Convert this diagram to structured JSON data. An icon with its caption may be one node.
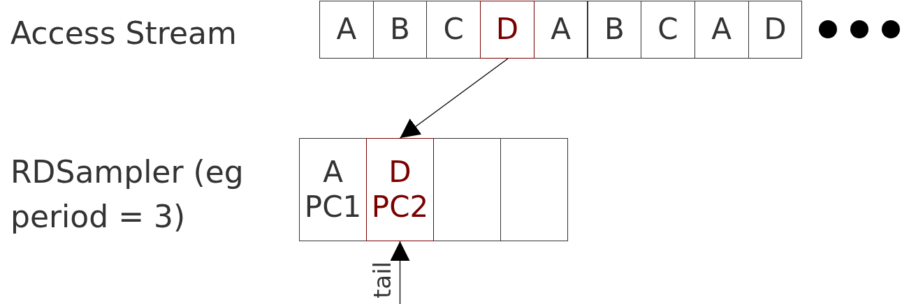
{
  "diagram": {
    "nodes": [
      {
        "text": [
          "A"
        ]
      },
      {
        "text": [
          "B"
        ]
      },
      {
        "text": [
          "C"
        ]
      },
      {
        "text": [
          "D"
        ]
      },
      {
        "text": [
          "A"
        ]
      },
      {
        "text": [
          "B"
        ]
      },
      {
        "text": [
          "C"
        ]
      },
      {
        "text": [
          "A"
        ]
      },
      {
        "text": [
          "D"
        ]
      },
      {
        "text": [
          "A",
          "PC1"
        ]
      },
      {
        "text": [
          "D",
          "PC2"
        ]
      },
      {
        "text": [],
        "shape": "box"
      },
      {
        "text": [],
        "shape": "box"
      }
    ],
    "edges": [
      {
        "from": 3,
        "to": 10,
        "arrow": "to"
      },
      {
        "from": null,
        "to": 10,
        "arrow": "to",
        "label": "tail"
      }
    ],
    "labels": [
      "Access Stream",
      "RDSampler (eg period = 3)"
    ]
  }
}
